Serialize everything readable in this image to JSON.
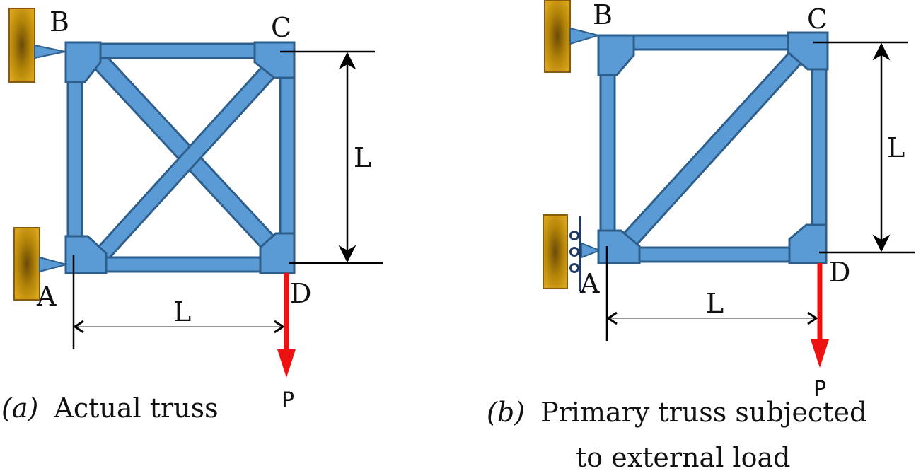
{
  "diagram_a": {
    "nodes": {
      "A": "A",
      "B": "B",
      "C": "C",
      "D": "D"
    },
    "dim_horizontal": "L",
    "dim_vertical": "L",
    "load": "P",
    "caption_prefix": "(a)",
    "caption_text": "Actual truss"
  },
  "diagram_b": {
    "nodes": {
      "A": "A",
      "B": "B",
      "C": "C",
      "D": "D"
    },
    "dim_horizontal": "L",
    "dim_vertical": "L",
    "load": "P",
    "caption_prefix": "(b)",
    "caption_line1": "Primary truss subjected",
    "caption_line2": "to external load"
  },
  "colors": {
    "member": "#5b9bd5",
    "member_outline": "#2e5f8c",
    "support": "#c8960a",
    "load_arrow": "#ee1111"
  }
}
